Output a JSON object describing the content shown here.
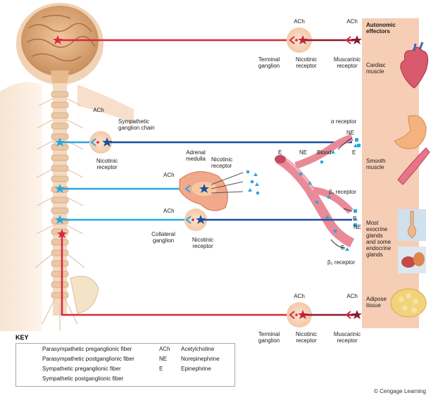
{
  "colors": {
    "parasympathetic_pre": "#d9283c",
    "parasympathetic_post": "#8c1a2b",
    "sympathetic_pre": "#2aa7df",
    "sympathetic_post": "#1d4f9c",
    "effector_panel": "#f6cdb5"
  },
  "effectors": {
    "title": "Autonomic\neffectors",
    "cardiac": "Cardiac\nmuscle",
    "smooth": "Smooth\nmuscle",
    "glands": "Most\nexocrine\nglands\nand some\nendocrine\nglands",
    "adipose": "Adipose\ntissue"
  },
  "labels": {
    "ach": "ACh",
    "terminal_ganglion": "Terminal\nganglion",
    "nicotinic_receptor": "Nicotinic\nreceptor",
    "muscarinic_receptor": "Muscarinic\nreceptor",
    "sympathetic_chain": "Sympathetic\nganglion chain",
    "adrenal_medulla": "Adrenal\nmedulla",
    "collateral_ganglion": "Collateral\nganglion",
    "alpha_receptor": "α receptor",
    "beta1_receptor": "β₁ receptor",
    "beta2_receptor": "β₂ receptor",
    "ne": "NE",
    "e": "E",
    "blood": "Blood"
  },
  "key": {
    "title": "KEY",
    "fibers": [
      "Parasympathetic preganglionic fiber",
      "Parasympathetic postganglionic fiber",
      "Sympathetic preganglionic fiber",
      "Sympathetic postganglionic fiber"
    ],
    "transmitters": [
      {
        "abbr": "ACh",
        "name": "Acetylcholine"
      },
      {
        "abbr": "NE",
        "name": "Norepinephrine"
      },
      {
        "abbr": "E",
        "name": "Epinephrine"
      }
    ]
  },
  "copyright": "© Cengage Learning"
}
